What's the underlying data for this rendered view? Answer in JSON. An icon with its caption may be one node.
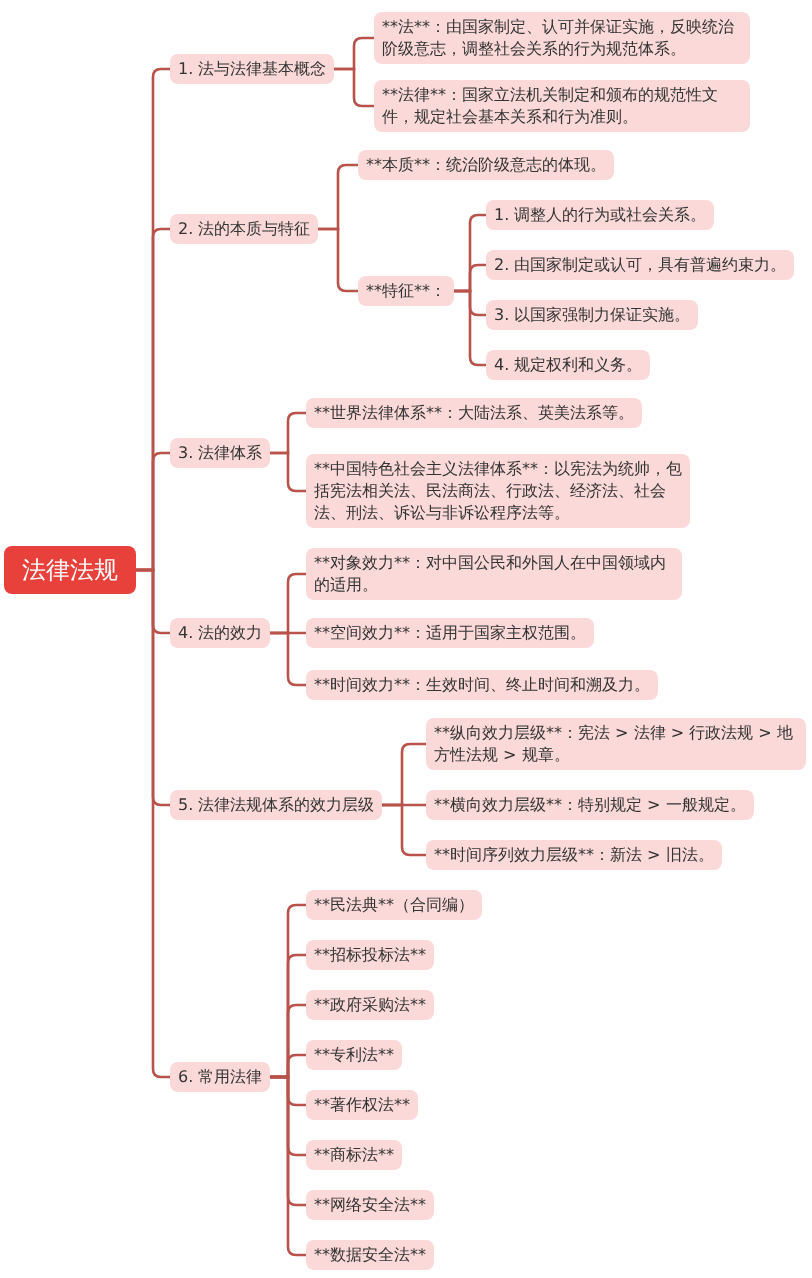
{
  "diagram": {
    "nodes": [
      {
        "text": [
          "法律法规"
        ]
      },
      {
        "text": [
          "1. 法与法律基本概念"
        ]
      },
      {
        "text": [
          "**法**：由国家制定、认可并保证实施，反映统治阶级意志，调整社会关系的行为规范体系。"
        ]
      },
      {
        "text": [
          "**法律**：国家立法机关制定和颁布的规范性文件，规定社会基本关系和行为准则。"
        ]
      },
      {
        "text": [
          "2. 法的本质与特征"
        ]
      },
      {
        "text": [
          "**本质**：统治阶级意志的体现。"
        ]
      },
      {
        "text": [
          "**特征**："
        ]
      },
      {
        "text": [
          "1. 调整人的行为或社会关系。"
        ]
      },
      {
        "text": [
          "2. 由国家制定或认可，具有普遍约束力。"
        ]
      },
      {
        "text": [
          "3. 以国家强制力保证实施。"
        ]
      },
      {
        "text": [
          "4. 规定权利和义务。"
        ]
      },
      {
        "text": [
          "3. 法律体系"
        ]
      },
      {
        "text": [
          "**世界法律体系**：大陆法系、英美法系等。"
        ]
      },
      {
        "text": [
          "**中国特色社会主义法律体系**：以宪法为统帅，包括宪法相关法、民法商法、行政法、经济法、社会法、刑法、诉讼与非诉讼程序法等。"
        ]
      },
      {
        "text": [
          "4. 法的效力"
        ]
      },
      {
        "text": [
          "**对象效力**：对中国公民和外国人在中国领域内的适用。"
        ]
      },
      {
        "text": [
          "**空间效力**：适用于国家主权范围。"
        ]
      },
      {
        "text": [
          "**时间效力**：生效时间、终止时间和溯及力。"
        ]
      },
      {
        "text": [
          "5. 法律法规体系的效力层级"
        ]
      },
      {
        "text": [
          "**纵向效力层级**：宪法 > 法律 > 行政法规 > 地方性法规 > 规章。"
        ]
      },
      {
        "text": [
          "**横向效力层级**：特别规定 > 一般规定。"
        ]
      },
      {
        "text": [
          "**时间序列效力层级**：新法 > 旧法。"
        ]
      },
      {
        "text": [
          "6. 常用法律"
        ]
      },
      {
        "text": [
          "**民法典**（合同编）"
        ]
      },
      {
        "text": [
          "**招标投标法**"
        ]
      },
      {
        "text": [
          "**政府采购法**"
        ]
      },
      {
        "text": [
          "**专利法**"
        ]
      },
      {
        "text": [
          "**著作权法**"
        ]
      },
      {
        "text": [
          "**商标法**"
        ]
      },
      {
        "text": [
          "**网络安全法**"
        ]
      },
      {
        "text": [
          "**数据安全法**"
        ]
      }
    ],
    "edges": [
      {
        "from": 0,
        "to": 1,
        "arrow": "none"
      },
      {
        "from": 1,
        "to": 2,
        "arrow": "none"
      },
      {
        "from": 1,
        "to": 3,
        "arrow": "none"
      },
      {
        "from": 0,
        "to": 4,
        "arrow": "none"
      },
      {
        "from": 4,
        "to": 5,
        "arrow": "none"
      },
      {
        "from": 4,
        "to": 6,
        "arrow": "none"
      },
      {
        "from": 6,
        "to": 7,
        "arrow": "none"
      },
      {
        "from": 6,
        "to": 8,
        "arrow": "none"
      },
      {
        "from": 6,
        "to": 9,
        "arrow": "none"
      },
      {
        "from": 6,
        "to": 10,
        "arrow": "none"
      },
      {
        "from": 0,
        "to": 11,
        "arrow": "none"
      },
      {
        "from": 11,
        "to": 12,
        "arrow": "none"
      },
      {
        "from": 11,
        "to": 13,
        "arrow": "none"
      },
      {
        "from": 0,
        "to": 14,
        "arrow": "none"
      },
      {
        "from": 14,
        "to": 15,
        "arrow": "none"
      },
      {
        "from": 14,
        "to": 16,
        "arrow": "none"
      },
      {
        "from": 14,
        "to": 17,
        "arrow": "none"
      },
      {
        "from": 0,
        "to": 18,
        "arrow": "none"
      },
      {
        "from": 18,
        "to": 19,
        "arrow": "none"
      },
      {
        "from": 18,
        "to": 20,
        "arrow": "none"
      },
      {
        "from": 18,
        "to": 21,
        "arrow": "none"
      },
      {
        "from": 0,
        "to": 22,
        "arrow": "none"
      },
      {
        "from": 22,
        "to": 23,
        "arrow": "none"
      },
      {
        "from": 22,
        "to": 24,
        "arrow": "none"
      },
      {
        "from": 22,
        "to": 25,
        "arrow": "none"
      },
      {
        "from": 22,
        "to": 26,
        "arrow": "none"
      },
      {
        "from": 22,
        "to": 27,
        "arrow": "none"
      },
      {
        "from": 22,
        "to": 28,
        "arrow": "none"
      },
      {
        "from": 22,
        "to": 29,
        "arrow": "none"
      },
      {
        "from": 22,
        "to": 30,
        "arrow": "none"
      }
    ]
  }
}
